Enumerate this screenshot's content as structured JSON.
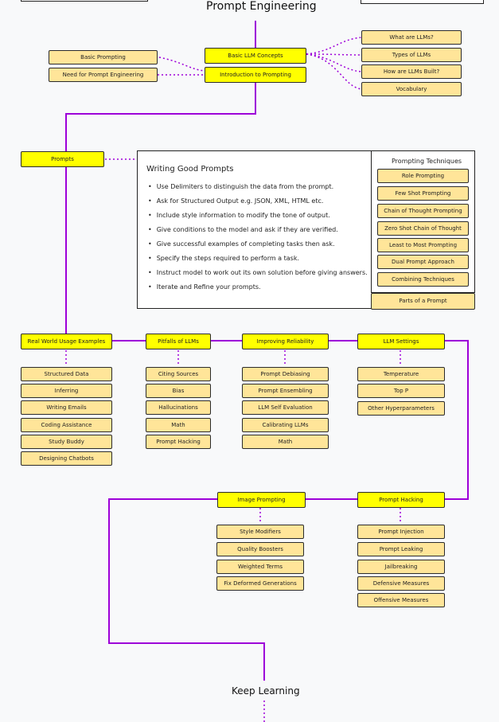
{
  "title": "Prompt Engineering",
  "footer": "Keep Learning",
  "intro": {
    "left": [
      "Basic Prompting",
      "Need for Prompt Engineering"
    ],
    "center": [
      "Basic LLM Concepts",
      "Introduction to Prompting"
    ],
    "right": [
      "What are LLMs?",
      "Types of LLMs",
      "How are LLMs Built?",
      "Vocabulary"
    ]
  },
  "prompts": {
    "node": "Prompts",
    "writing": {
      "title": "Writing Good Prompts",
      "items": [
        "Use Delimiters to distinguish the data from the prompt.",
        "Ask for Structured Output e.g. JSON, XML, HTML etc.",
        "Include style information to modify the tone of output.",
        "Give conditions to the model and ask if they are verified.",
        "Give successful examples of completing tasks then ask.",
        "Specify the steps required to perform a task.",
        "Instruct model to work out its own solution before giving answers.",
        "Iterate and Refine your prompts."
      ]
    },
    "techniques": {
      "title": "Prompting Techniques",
      "items": [
        "Role Prompting",
        "Few Shot Prompting",
        "Chain of Thought Prompting",
        "Zero Shot Chain of Thought",
        "Least to Most Prompting",
        "Dual Prompt Approach",
        "Combining Techniques"
      ],
      "parts": "Parts of a Prompt"
    }
  },
  "row1": {
    "real_world": {
      "label": "Real World Usage Examples",
      "items": [
        "Structured Data",
        "Inferring",
        "Writing Emails",
        "Coding Assistance",
        "Study Buddy",
        "Designing Chatbots"
      ]
    },
    "pitfalls": {
      "label": "Pitfalls of LLMs",
      "items": [
        "Citing Sources",
        "Bias",
        "Hallucinations",
        "Math",
        "Prompt Hacking"
      ]
    },
    "reliability": {
      "label": "Improving Reliability",
      "items": [
        "Prompt Debiasing",
        "Prompt Ensembling",
        "LLM Self Evaluation",
        "Calibrating LLMs",
        "Math"
      ]
    },
    "settings": {
      "label": "LLM Settings",
      "items": [
        "Temperature",
        "Top P",
        "Other Hyperparameters"
      ]
    }
  },
  "row2": {
    "image": {
      "label": "Image Prompting",
      "items": [
        "Style Modifiers",
        "Quality Boosters",
        "Weighted Terms",
        "Fix Deformed Generations"
      ]
    },
    "hacking": {
      "label": "Prompt Hacking",
      "items": [
        "Prompt Injection",
        "Prompt Leaking",
        "Jailbreaking",
        "Defensive Measures",
        "Offensive Measures"
      ]
    }
  },
  "colors": {
    "main_line": "#9d00d9",
    "topic": "#ffff00",
    "subtopic": "#ffe599",
    "border": "#2b2b2b",
    "background": "#f8f9fa"
  }
}
